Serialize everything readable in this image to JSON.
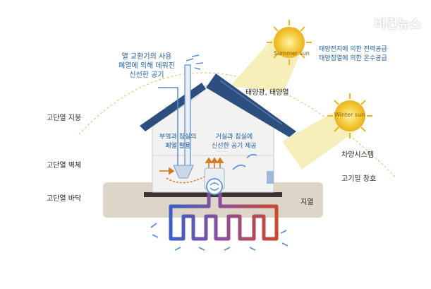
{
  "watermark": {
    "brand": "비건뉴스",
    "icon": "vegan-leaf-logo-icon"
  },
  "sun": {
    "summer": "Summer sun",
    "winter": "Winter sun",
    "summer_notes": [
      "태양전지에 의한 전력공급",
      "태양집열에 의한 온수공급"
    ]
  },
  "labels": {
    "exhaust_air": "열 교환기의 사용\n폐열에 의해 데워진\n신선한 공기",
    "solar": "태양광, 태양열",
    "roof": "고단열 지붕",
    "wall": "고단열 벽체",
    "floor": "고단열 바닥",
    "waste_heat": "부엌과 침실의\n폐열 활용",
    "fresh_air": "거실과 침실에\n신선한 공기 제공",
    "shading": "차양시스템",
    "windows": "고기밀 창호",
    "geothermal": "지열"
  },
  "colors": {
    "roof": "#2d4f7f",
    "wall": "#f2f2f2",
    "ground": "#ddd5c8",
    "warm_pipe": "#c94a2b",
    "cool_pipe": "#3b5fc4",
    "air_arrow": "#5b8fcf",
    "label_blue": "#1f5fa0",
    "sun": "#f2c330",
    "beam": "#f5ecae"
  }
}
